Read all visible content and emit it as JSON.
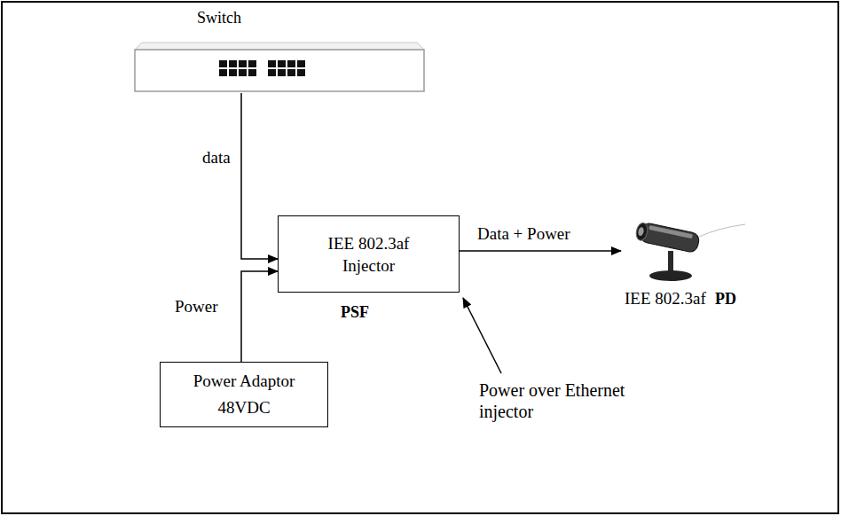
{
  "diagram": {
    "nodes": [
      {
        "text": [
          "Switch"
        ]
      },
      {
        "text": [
          "IEE 802.3af Injector",
          "PSF"
        ]
      },
      {
        "text": [
          "IEE 802.3af",
          "PD"
        ]
      },
      {
        "text": [
          "Power Adaptor 48VDC"
        ]
      }
    ],
    "edges": [
      {
        "from": 0,
        "to": 1,
        "label": "data",
        "arrow": "to"
      },
      {
        "from": 3,
        "to": 1,
        "label": "Power",
        "arrow": "to"
      },
      {
        "from": 1,
        "to": 2,
        "label": "Data + Power",
        "arrow": "to"
      }
    ],
    "labels": [
      "Power over Ethernet injector"
    ]
  }
}
